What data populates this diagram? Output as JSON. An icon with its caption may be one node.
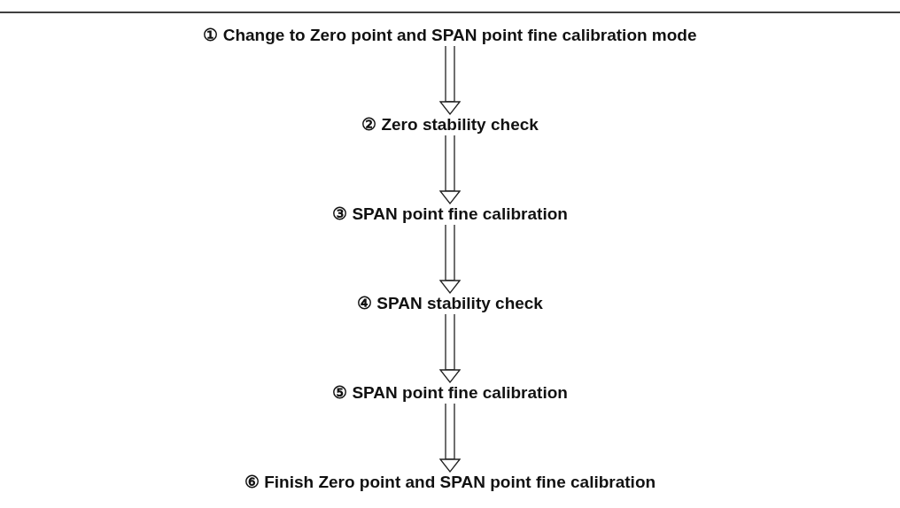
{
  "diagram": {
    "nodes": [
      {
        "text": [
          "① Change to Zero point and SPAN point fine calibration mode"
        ]
      },
      {
        "text": [
          "② Zero stability check"
        ]
      },
      {
        "text": [
          "③ SPAN point fine calibration"
        ]
      },
      {
        "text": [
          "④ SPAN stability check"
        ]
      },
      {
        "text": [
          "⑤ SPAN point fine calibration"
        ]
      },
      {
        "text": [
          "⑥ Finish Zero point and SPAN point fine calibration"
        ]
      }
    ],
    "edges": [
      {
        "from": 0,
        "to": 1,
        "arrow": "to"
      },
      {
        "from": 1,
        "to": 2,
        "arrow": "to"
      },
      {
        "from": 2,
        "to": 3,
        "arrow": "to"
      },
      {
        "from": 3,
        "to": 4,
        "arrow": "to"
      },
      {
        "from": 4,
        "to": 5,
        "arrow": "to"
      }
    ]
  }
}
